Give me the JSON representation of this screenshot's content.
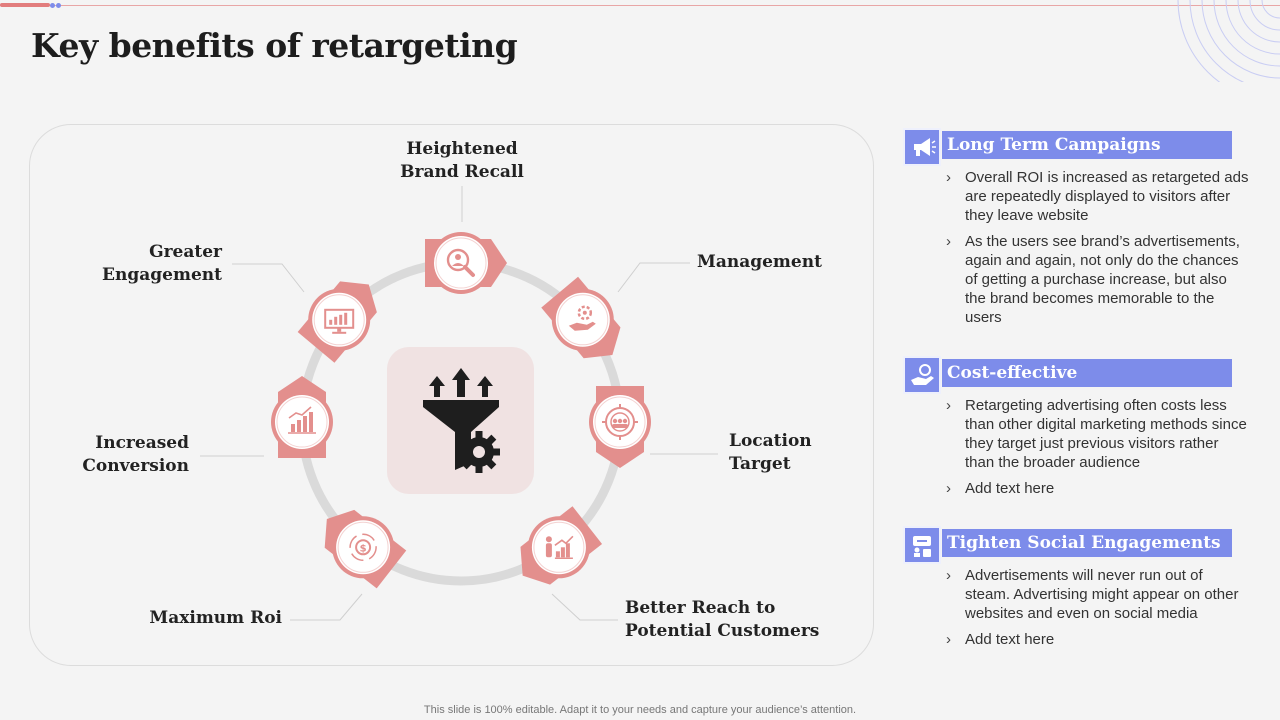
{
  "title": "Key benefits of retargeting",
  "colors": {
    "accent": "#e38f8d",
    "accent_dark": "#e27d7d",
    "ring": "#dcdcdc",
    "section": "#7d8cea",
    "center_bg": "#f0e2e2"
  },
  "diagram": {
    "center_icon": "funnel-gear-icon",
    "nodes": [
      {
        "label": "Heightened Brand Recall",
        "lines": [
          "Heightened",
          "Brand Recall"
        ],
        "icon": "magnifier-person-icon"
      },
      {
        "label": "Management",
        "lines": [
          "Management"
        ],
        "icon": "hand-gear-icon"
      },
      {
        "label": "Location Target",
        "lines": [
          "Location",
          "Target"
        ],
        "icon": "target-group-icon"
      },
      {
        "label": "Better Reach to Potential Customers",
        "lines": [
          "Better Reach to",
          "Potential Customers"
        ],
        "icon": "person-chart-icon"
      },
      {
        "label": "Maximum Roi",
        "lines": [
          "Maximum Roi"
        ],
        "icon": "money-cycle-icon"
      },
      {
        "label": "Increased Conversion",
        "lines": [
          "Increased",
          "Conversion"
        ],
        "icon": "bar-growth-icon"
      },
      {
        "label": "Greater Engagement",
        "lines": [
          "Greater",
          "Engagement"
        ],
        "icon": "monitor-chart-icon"
      }
    ]
  },
  "sections": [
    {
      "heading": "Long Term Campaigns",
      "icon": "megaphone-icon",
      "bullets": [
        "Overall ROI is increased as retargeted ads are repeatedly displayed to visitors after they leave website",
        "As the users see brand’s advertisements, again and again, not only do the chances of getting a purchase increase, but also the brand becomes memorable to the users"
      ]
    },
    {
      "heading": "Cost-effective",
      "icon": "hand-coin-icon",
      "bullets": [
        "Retargeting advertising often costs less than other digital marketing methods since they target just previous visitors rather than the broader audience",
        "Add text here"
      ]
    },
    {
      "heading": "Tighten Social Engagements",
      "icon": "chat-people-icon",
      "bullets": [
        "Advertisements will never run out of steam. Advertising might appear on other websites and even on social media",
        "Add text here"
      ]
    }
  ],
  "footer": "This slide is 100% editable. Adapt it to your needs and capture your audience’s attention."
}
